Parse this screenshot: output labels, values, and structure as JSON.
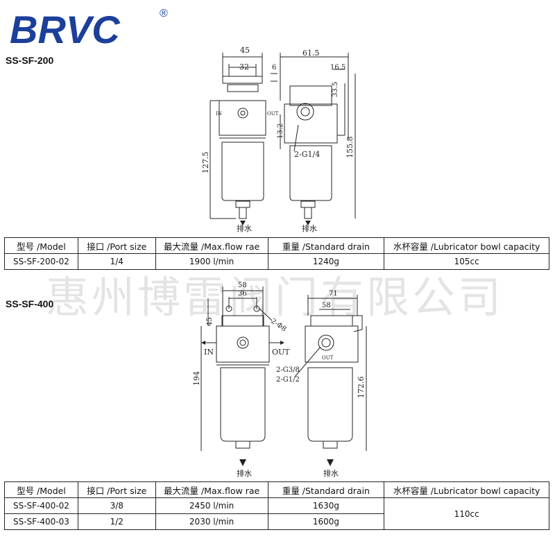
{
  "brand": {
    "logo_text": "BRVC",
    "registered_mark": "®",
    "color": "#1b3f9a"
  },
  "watermark": "惠州博雷阀门有限公司",
  "sections": [
    {
      "model_title": "SS-SF-200",
      "dims": {
        "w45": "45",
        "w32": "32",
        "h6": "6",
        "w615": "61.5",
        "w165": "16.5",
        "h335": "33.5",
        "h132": "13.2",
        "h1275": "127.5",
        "h1558": "155.8",
        "port_label": "2-G1/4",
        "drain_left": "排水",
        "drain_right": "排水",
        "in_mark": "IN",
        "out_mark": "OUT"
      },
      "table": {
        "headers": [
          "型号 /Model",
          "接口 /Port size",
          "最大流量 /Max.flow rae",
          "重量 /Standard drain",
          "水杯容量 /Lubricator bowl capacity"
        ],
        "rows": [
          [
            "SS-SF-200-02",
            "1/4",
            "1900 l/min",
            "1240g",
            "105cc"
          ]
        ]
      }
    },
    {
      "model_title": "SS-SF-400",
      "dims": {
        "w58": "58",
        "w36": "36",
        "hole": "2-Φ8",
        "h45": "45",
        "in_label": "IN",
        "out_label": "OUT",
        "w71": "71",
        "w58r": "58",
        "port1": "2-G3/8",
        "port2": "2-G1/2",
        "h194": "194",
        "h1726": "172.6",
        "out_mark": "OUT",
        "drain_left": "排水",
        "drain_right": "排水"
      },
      "table": {
        "headers": [
          "型号 /Model",
          "接口 /Port size",
          "最大流量 /Max.flow rae",
          "重量 /Standard drain",
          "水杯容量 /Lubricator bowl capacity"
        ],
        "rows": [
          [
            "SS-SF-400-02",
            "3/8",
            "2450 l/min",
            "1630g"
          ],
          [
            "SS-SF-400-03",
            "1/2",
            "2030 l/min",
            "1600g"
          ]
        ],
        "shared_capacity": "110cc"
      }
    }
  ]
}
